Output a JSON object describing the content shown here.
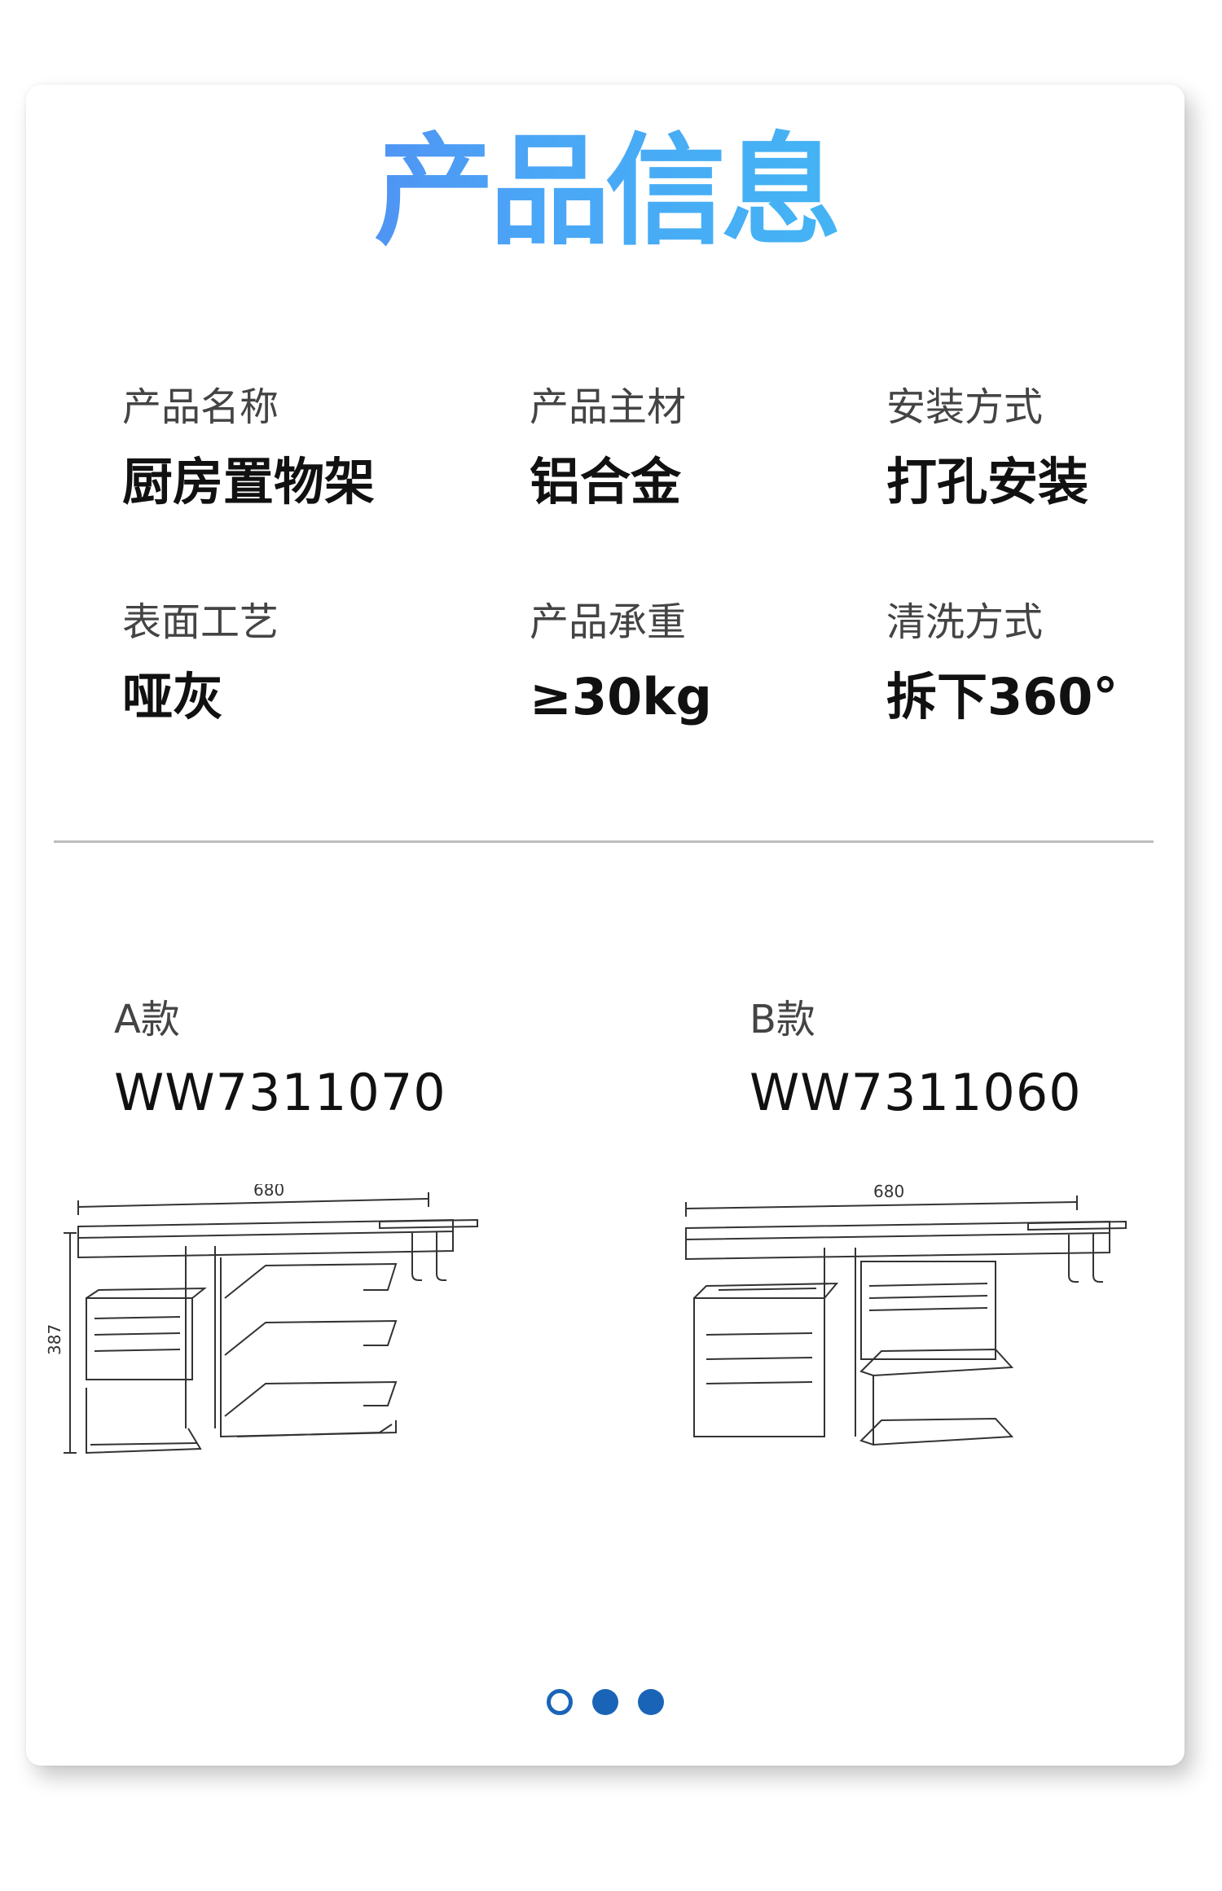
{
  "header": {
    "title": "产品信息"
  },
  "specs": [
    {
      "label": "产品名称",
      "value": "厨房置物架"
    },
    {
      "label": "产品主材",
      "value": "铝合金"
    },
    {
      "label": "安装方式",
      "value": "打孔安装"
    },
    {
      "label": "表面工艺",
      "value": "哑灰"
    },
    {
      "label": "产品承重",
      "value": "≥30kg"
    },
    {
      "label": "清洗方式",
      "value": "拆下360°"
    }
  ],
  "models": [
    {
      "label": "A款",
      "code": "WW7311070",
      "width_dim": "680",
      "height_dim": "387"
    },
    {
      "label": "B款",
      "code": "WW7311060",
      "width_dim": "680"
    }
  ],
  "pagination": {
    "total": 3,
    "active": 0,
    "accent": "#1a64b8"
  }
}
